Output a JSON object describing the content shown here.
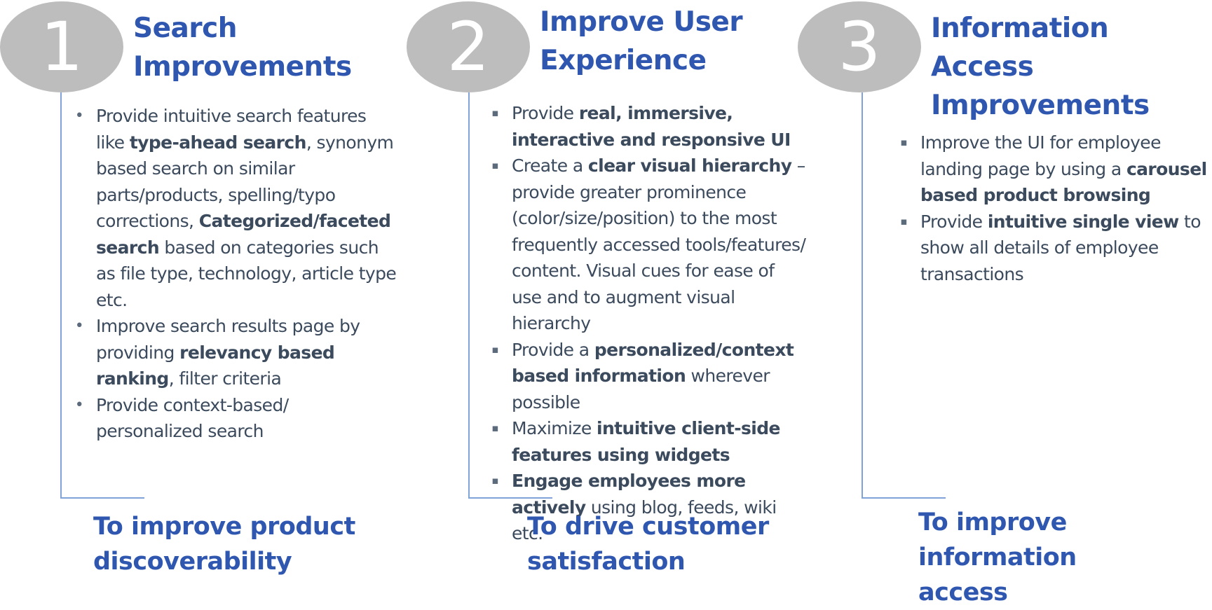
{
  "columns": [
    {
      "number": "1",
      "heading_line1": "Search",
      "heading_line2": "Improvements",
      "bullets": [
        {
          "segments": [
            {
              "text": "Provide intuitive  search features like ",
              "bold": false
            },
            {
              "text": "type-ahead search",
              "bold": true
            },
            {
              "text": ", synonym based search on similar parts/products, spelling/typo corrections, ",
              "bold": false
            },
            {
              "text": "Categorized/faceted search",
              "bold": true
            },
            {
              "text": " based on categories such as file type, technology, article type etc.",
              "bold": false
            }
          ]
        },
        {
          "segments": [
            {
              "text": "Improve search results page by providing ",
              "bold": false
            },
            {
              "text": "relevancy based ranking",
              "bold": true
            },
            {
              "text": ", filter criteria",
              "bold": false
            }
          ]
        },
        {
          "segments": [
            {
              "text": "Provide context-based/ personalized search",
              "bold": false
            }
          ]
        }
      ],
      "goal_line1": "To improve product",
      "goal_line2": "discoverability"
    },
    {
      "number": "2",
      "heading_line1": "Improve User",
      "heading_line2": "Experience",
      "bullets": [
        {
          "segments": [
            {
              "text": "Provide ",
              "bold": false
            },
            {
              "text": "real, immersive, interactive and responsive UI",
              "bold": true
            }
          ]
        },
        {
          "segments": [
            {
              "text": "Create a ",
              "bold": false
            },
            {
              "text": "clear visual hierarchy",
              "bold": true
            },
            {
              "text": " – provide greater prominence (color/size/position) to the most frequently accessed tools/features/ content. Visual cues for ease of use and to augment visual hierarchy",
              "bold": false
            }
          ]
        },
        {
          "segments": [
            {
              "text": "Provide a ",
              "bold": false
            },
            {
              "text": "personalized/context based information",
              "bold": true
            },
            {
              "text": " wherever possible",
              "bold": false
            }
          ]
        },
        {
          "segments": [
            {
              "text": "Maximize ",
              "bold": false
            },
            {
              "text": "intuitive client-side features using widgets",
              "bold": true
            }
          ]
        },
        {
          "segments": [
            {
              "text": "Engage employees more actively",
              "bold": true
            },
            {
              "text": " using blog, feeds, wiki etc.",
              "bold": false
            }
          ]
        }
      ],
      "goal_line1": "To drive customer",
      "goal_line2": "satisfaction"
    },
    {
      "number": "3",
      "heading_line1": "Information Access",
      "heading_line2": "Improvements",
      "bullets": [
        {
          "segments": [
            {
              "text": "Improve the UI for employee landing page  by using a ",
              "bold": false
            },
            {
              "text": "carousel based product browsing",
              "bold": true
            }
          ]
        },
        {
          "segments": [
            {
              "text": "Provide ",
              "bold": false
            },
            {
              "text": "intuitive single view",
              "bold": true
            },
            {
              "text": " to show all details of employee transactions",
              "bold": false
            }
          ]
        }
      ],
      "goal_line1": "To improve information",
      "goal_line2": "access"
    }
  ],
  "markers": {
    "dot": "•",
    "square": "▪"
  },
  "colors": {
    "accent": "#2f57b0",
    "badge": "#bdbdbd",
    "bracket": "#7fa3d8",
    "body_text": "#3b4a5c"
  }
}
